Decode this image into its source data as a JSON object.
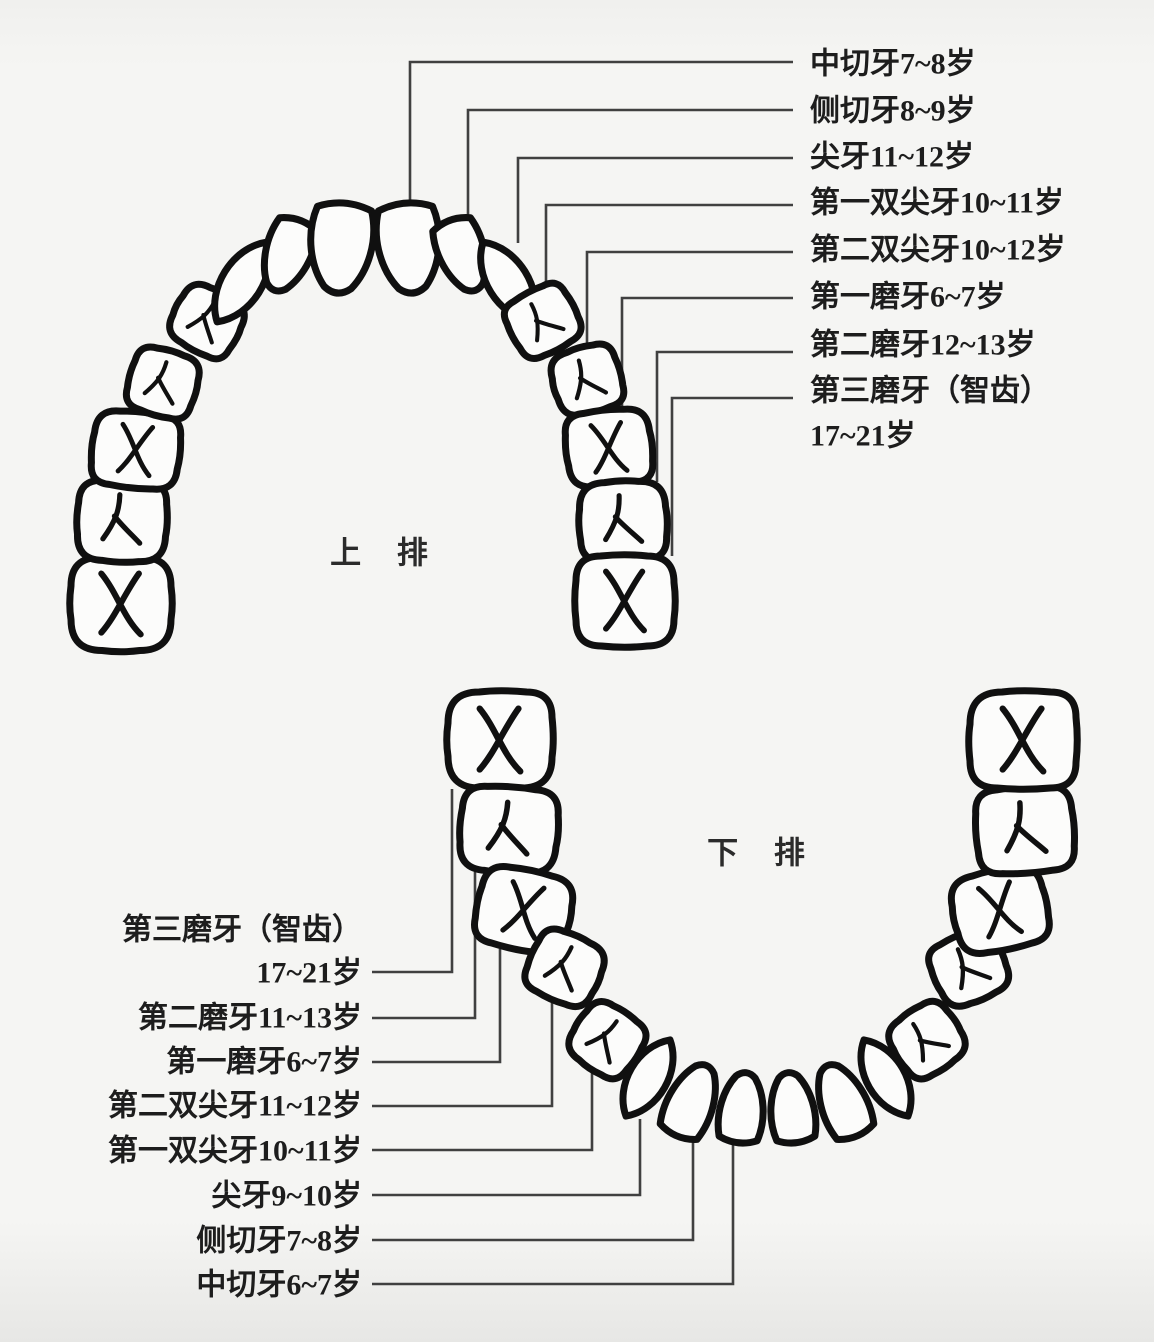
{
  "figure": {
    "background": "#f4f4f2",
    "ink": "#101010",
    "leader_color": "#404040",
    "text_color": "#1d1d1d",
    "tooth_fill": "#fcfcfb"
  },
  "upper_section": {
    "arch_label": "上 排",
    "labels": [
      "中切牙7~8岁",
      "侧切牙8~9岁",
      "尖牙11~12岁",
      "第一双尖牙10~11岁",
      "第二双尖牙10~12岁",
      "第一磨牙6~7岁",
      "第二磨牙12~13岁",
      "第三磨牙（智齿）",
      "17~21岁"
    ]
  },
  "lower_section": {
    "arch_label": "下 排",
    "labels": [
      "第三磨牙（智齿）",
      "17~21岁",
      "第二磨牙11~13岁",
      "第一磨牙6~7岁",
      "第二双尖牙11~12岁",
      "第一双尖牙10~11岁",
      "尖牙9~10岁",
      "侧切牙7~8岁",
      "中切牙6~7岁"
    ]
  },
  "teeth": {
    "upper": [
      {
        "name": "upper-left-third-molar",
        "type": "third-molar"
      },
      {
        "name": "upper-left-second-molar",
        "type": "second-molar"
      },
      {
        "name": "upper-left-first-molar",
        "type": "first-molar"
      },
      {
        "name": "upper-left-second-premolar",
        "type": "second-premolar"
      },
      {
        "name": "upper-left-first-premolar",
        "type": "first-premolar"
      },
      {
        "name": "upper-left-canine",
        "type": "canine"
      },
      {
        "name": "upper-left-lateral-incisor",
        "type": "lateral-incisor"
      },
      {
        "name": "upper-left-central-incisor",
        "type": "central-incisor"
      },
      {
        "name": "upper-right-central-incisor",
        "type": "central-incisor"
      },
      {
        "name": "upper-right-lateral-incisor",
        "type": "lateral-incisor"
      },
      {
        "name": "upper-right-canine",
        "type": "canine"
      },
      {
        "name": "upper-right-first-premolar",
        "type": "first-premolar"
      },
      {
        "name": "upper-right-second-premolar",
        "type": "second-premolar"
      },
      {
        "name": "upper-right-first-molar",
        "type": "first-molar"
      },
      {
        "name": "upper-right-second-molar",
        "type": "second-molar"
      },
      {
        "name": "upper-right-third-molar",
        "type": "third-molar"
      }
    ],
    "lower": [
      {
        "name": "lower-left-third-molar",
        "type": "third-molar"
      },
      {
        "name": "lower-left-second-molar",
        "type": "second-molar"
      },
      {
        "name": "lower-left-first-molar",
        "type": "first-molar"
      },
      {
        "name": "lower-left-second-premolar",
        "type": "second-premolar"
      },
      {
        "name": "lower-left-first-premolar",
        "type": "first-premolar"
      },
      {
        "name": "lower-left-canine",
        "type": "canine"
      },
      {
        "name": "lower-left-lateral-incisor",
        "type": "lateral-incisor"
      },
      {
        "name": "lower-left-central-incisor",
        "type": "central-incisor"
      },
      {
        "name": "lower-right-central-incisor",
        "type": "central-incisor"
      },
      {
        "name": "lower-right-lateral-incisor",
        "type": "lateral-incisor"
      },
      {
        "name": "lower-right-canine",
        "type": "canine"
      },
      {
        "name": "lower-right-first-premolar",
        "type": "first-premolar"
      },
      {
        "name": "lower-right-second-premolar",
        "type": "second-premolar"
      },
      {
        "name": "lower-right-first-molar",
        "type": "first-molar"
      },
      {
        "name": "lower-right-second-molar",
        "type": "second-molar"
      },
      {
        "name": "lower-right-third-molar",
        "type": "third-molar"
      }
    ]
  }
}
